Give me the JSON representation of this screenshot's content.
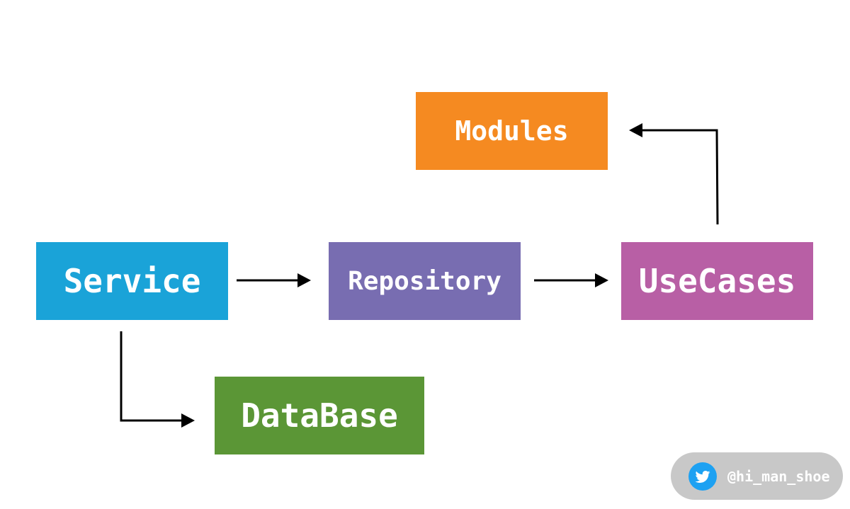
{
  "diagram": {
    "nodes": {
      "modules": {
        "label": "Modules",
        "color": "#f58a21"
      },
      "service": {
        "label": "Service",
        "color": "#1aa3d8"
      },
      "repository": {
        "label": "Repository",
        "color": "#786db1"
      },
      "usecases": {
        "label": "UseCases",
        "color": "#b85fa5"
      },
      "database": {
        "label": "DataBase",
        "color": "#5b9636"
      }
    },
    "edges": [
      {
        "from": "Service",
        "to": "Repository"
      },
      {
        "from": "Repository",
        "to": "UseCases"
      },
      {
        "from": "UseCases",
        "to": "Modules"
      },
      {
        "from": "Service",
        "to": "DataBase"
      }
    ]
  },
  "badge": {
    "icon": "twitter-bird-icon",
    "handle": "@hi_man_shoe"
  }
}
